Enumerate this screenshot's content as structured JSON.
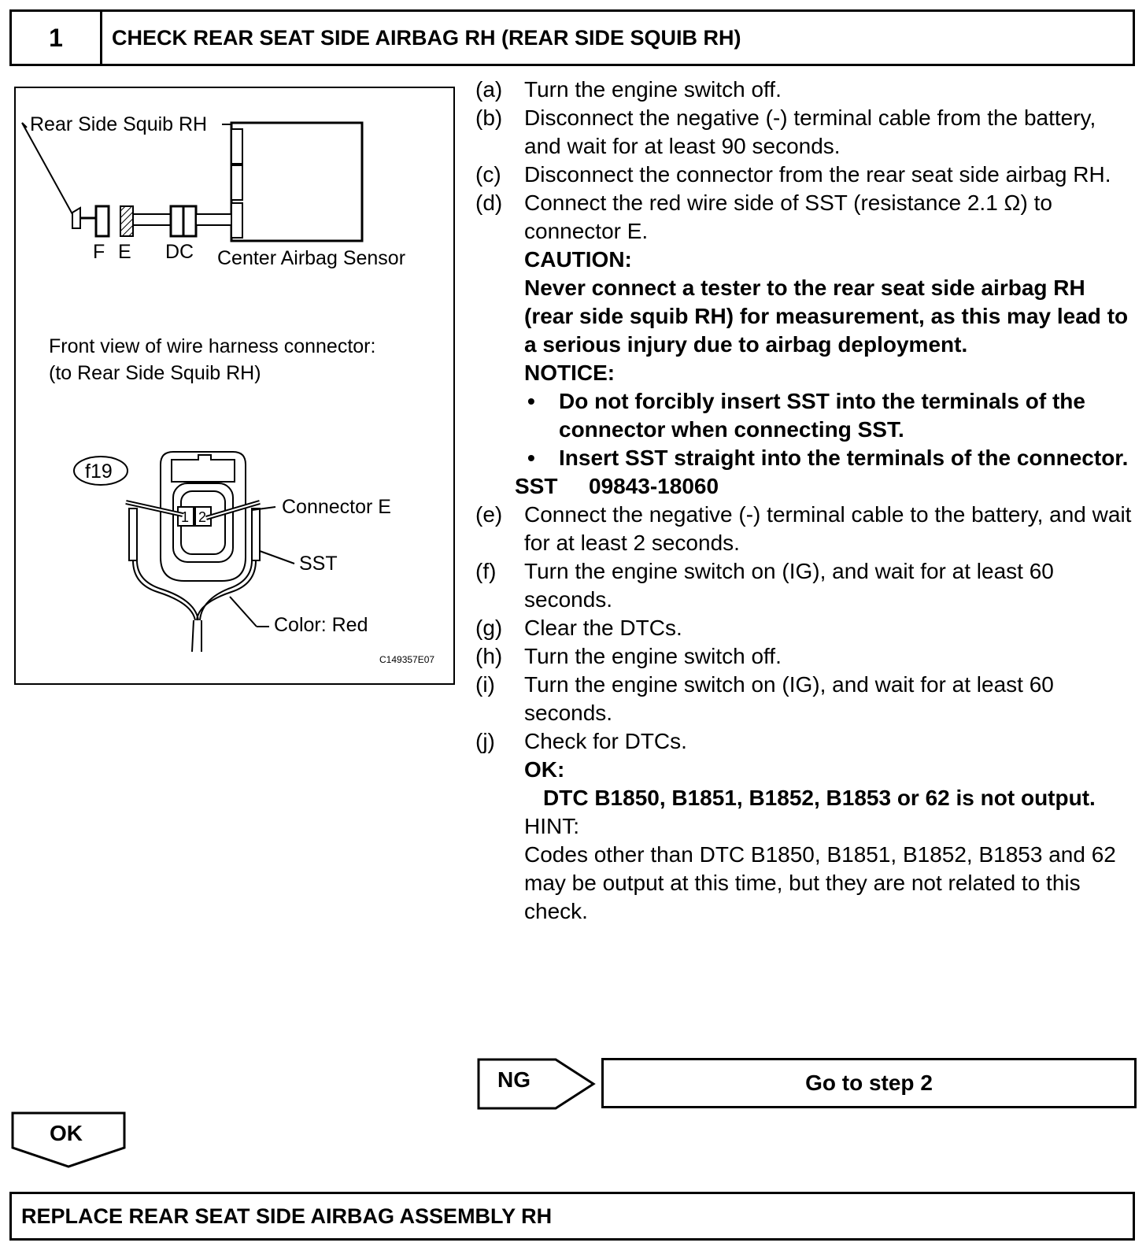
{
  "header": {
    "step_number": "1",
    "title": "CHECK REAR SEAT SIDE AIRBAG RH (REAR SIDE SQUIB RH)"
  },
  "figure": {
    "label_squib": "Rear Side Squib RH",
    "label_f": "F",
    "label_e": "E",
    "label_dc": "DC",
    "label_sensor": "Center Airbag Sensor",
    "front_view_line1": "Front view of wire harness connector:",
    "front_view_line2": "(to Rear Side Squib RH)",
    "tag": "f19",
    "pin1": "1",
    "pin2": "2",
    "label_connector": "Connector E",
    "label_sst": "SST",
    "label_color": "Color: Red",
    "code": "C149357E07"
  },
  "steps": [
    {
      "label": "(a)",
      "text": "Turn the engine switch off."
    },
    {
      "label": "(b)",
      "text": "Disconnect the negative (-) terminal cable from the battery, and wait for at least 90 seconds."
    },
    {
      "label": "(c)",
      "text": "Disconnect the connector from the rear seat side airbag RH."
    },
    {
      "label": "(d)",
      "text": "Connect the red wire side of SST (resistance 2.1 Ω) to connector E."
    },
    {
      "label": "(e)",
      "text": "Connect the negative (-) terminal cable to the battery, and wait for at least 2 seconds."
    },
    {
      "label": "(f)",
      "text": "Turn the engine switch on (IG), and wait for at least 60 seconds."
    },
    {
      "label": "(g)",
      "text": "Clear the DTCs."
    },
    {
      "label": "(h)",
      "text": "Turn the engine switch off."
    },
    {
      "label": "(i)",
      "text": "Turn the engine switch on (IG), and wait for at least 60 seconds."
    },
    {
      "label": "(j)",
      "text": "Check for DTCs."
    }
  ],
  "caution": {
    "heading": "CAUTION:",
    "text": "Never connect a tester to the rear seat side airbag RH (rear side squib RH) for measurement, as this may lead to a serious injury due to airbag deployment."
  },
  "notice": {
    "heading": "NOTICE:",
    "bullets": [
      "Do not forcibly insert SST into the terminals of the connector when connecting SST.",
      "Insert SST straight into the terminals of the connector."
    ]
  },
  "sst": {
    "label": "SST",
    "number": "09843-18060"
  },
  "ok_result": {
    "heading": "OK:",
    "text": "DTC B1850, B1851, B1852, B1853 or 62 is not output."
  },
  "hint": {
    "heading": "HINT:",
    "text": "Codes other than DTC B1850, B1851, B1852, B1853 and 62 may be output at this time, but they are not related to this check."
  },
  "ng": {
    "label": "NG",
    "action": "Go to step 2"
  },
  "ok": {
    "label": "OK"
  },
  "next_step": {
    "title": "REPLACE REAR SEAT SIDE AIRBAG ASSEMBLY RH"
  }
}
